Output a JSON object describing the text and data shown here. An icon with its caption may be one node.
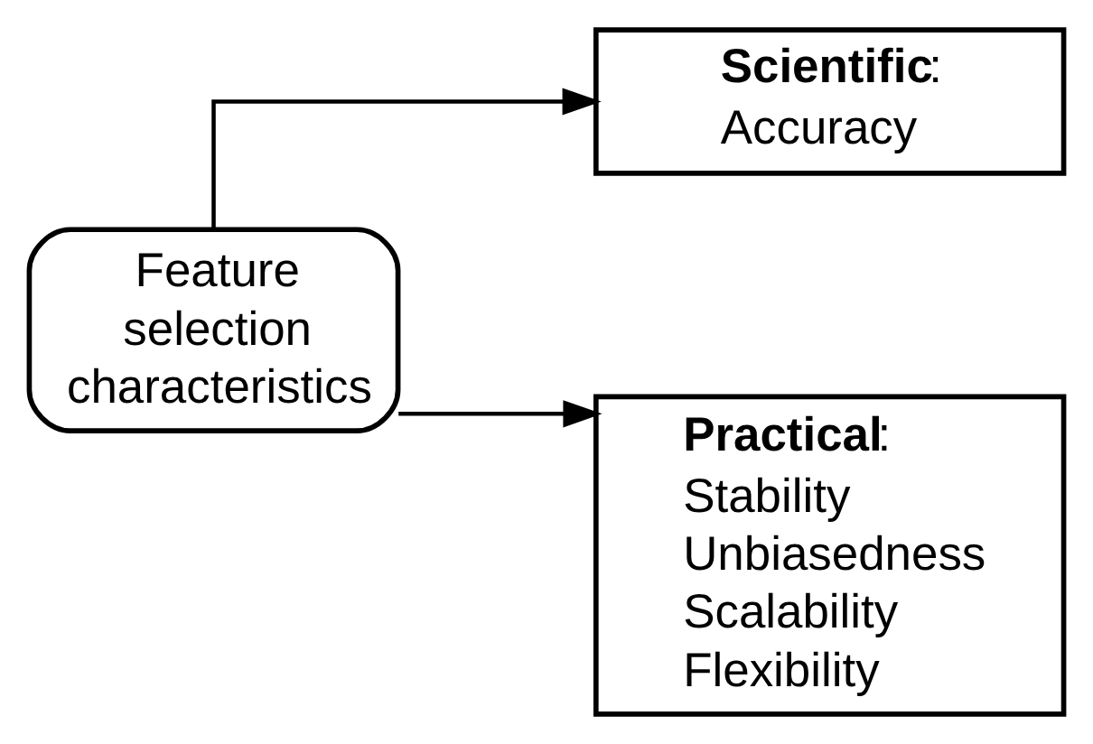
{
  "diagram": {
    "nodes": [
      {
        "text": [
          "Feature selection characteristics"
        ]
      },
      {
        "text": [
          "**Scientific**:",
          "Accuracy"
        ]
      },
      {
        "text": [
          "**Practical**:",
          "Stability",
          "Unbiasedness",
          "Scalability",
          "Flexibility"
        ]
      }
    ],
    "edges": [
      {
        "from": 0,
        "to": 1,
        "arrow": "to"
      },
      {
        "from": 0,
        "to": 2,
        "arrow": "to"
      }
    ]
  }
}
